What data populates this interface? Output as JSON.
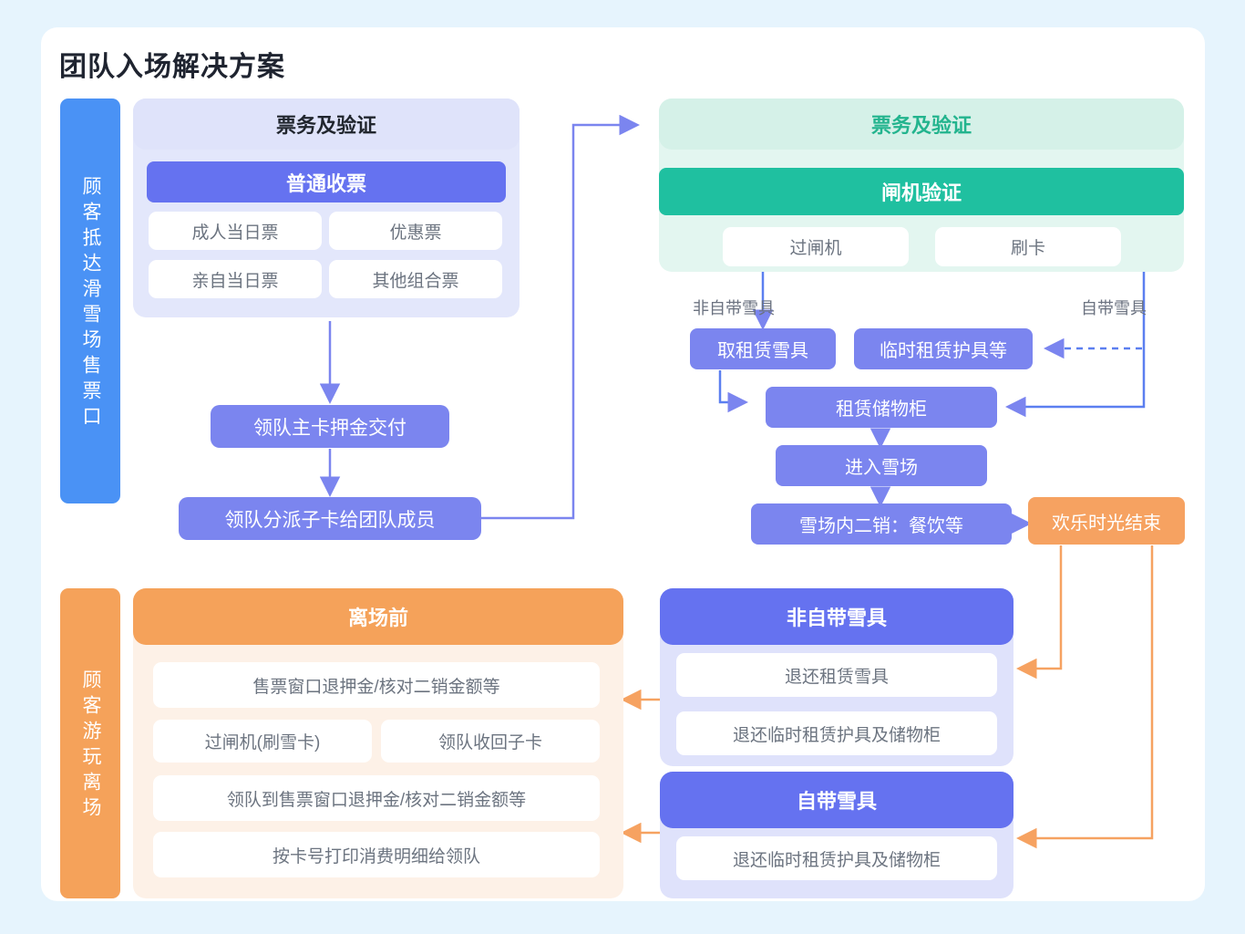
{
  "page": {
    "title": "团队入场解决方案",
    "background": "#e6f4fd",
    "card_background": "#ffffff"
  },
  "colors": {
    "lane_blue": "#4a92f5",
    "lane_orange": "#f5a25a",
    "indigo": "#6572f0",
    "periwinkle": "#7b85ef",
    "teal": "#1fc0a0",
    "orange": "#f6a261",
    "group_lilac": "#e3e7fb",
    "group_mint": "#e3f6f0",
    "group_peach": "#fdf1e7",
    "group_peri": "#dfe2fb"
  },
  "lanes": {
    "top": {
      "label": "顾客抵达滑雪场售票口",
      "color": "#4a92f5"
    },
    "bottom": {
      "label": "顾客游玩离场",
      "color": "#f5a25a"
    }
  },
  "ticketing_group": {
    "header": "票务及验证",
    "subheader": "普通收票",
    "chips": [
      "成人当日票",
      "优惠票",
      "亲自当日票",
      "其他组合票"
    ]
  },
  "gate_group": {
    "header": "票务及验证",
    "subheader": "闸机验证",
    "chips": [
      "过闸机",
      "刷卡"
    ]
  },
  "left_flow": {
    "deposit": "领队主卡押金交付",
    "assign": "领队分派子卡给团队成员"
  },
  "right_flow": {
    "label_non_self": "非自带雪具",
    "label_self": "自带雪具",
    "take_rental": "取租赁雪具",
    "temp_rental": "临时租赁护具等",
    "locker": "租赁储物柜",
    "enter": "进入雪场",
    "secondary_sales": "雪场内二销：餐饮等",
    "happy_end": "欢乐时光结束"
  },
  "before_leaving": {
    "header": "离场前",
    "rows": [
      [
        "售票窗口退押金/核对二销金额等"
      ],
      [
        "过闸机(刷雪卡)",
        "领队收回子卡"
      ],
      [
        "领队到售票窗口退押金/核对二销金额等"
      ],
      [
        "按卡号打印消费明细给领队"
      ]
    ]
  },
  "return_groups": [
    {
      "header": "非自带雪具",
      "items": [
        "退还租赁雪具",
        "退还临时租赁护具及储物柜"
      ]
    },
    {
      "header": "自带雪具",
      "items": [
        "退还临时租赁护具及储物柜"
      ]
    }
  ]
}
